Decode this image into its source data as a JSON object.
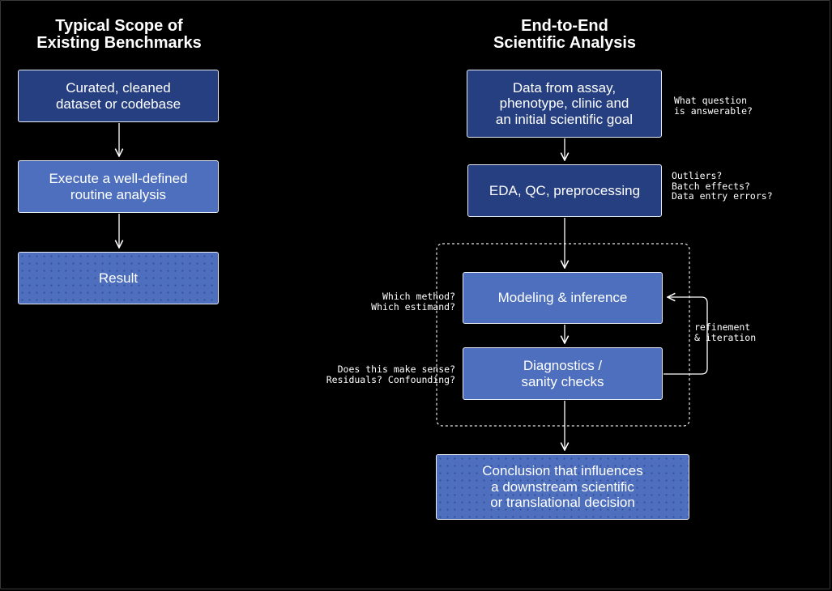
{
  "left": {
    "title": "Typical Scope of\nExisting Benchmarks",
    "boxes": [
      "Curated, cleaned\ndataset or codebase",
      "Execute a well-defined\nroutine analysis",
      "Result"
    ]
  },
  "right": {
    "title": "End-to-End\nScientific Analysis",
    "boxes": [
      "Data from assay,\nphenotype, clinic and\nan initial scientific goal",
      "EDA, QC, preprocessing",
      "Modeling & inference",
      "Diagnostics /\nsanity checks",
      "Conclusion that influences\na downstream scientific\nor translational decision"
    ],
    "notes": {
      "question": "What question\nis answerable?",
      "outliers": "Outliers?\nBatch effects?\nData entry errors?",
      "method": "Which method?\nWhich estimand?",
      "sense": "Does this make sense?\nResiduals? Confounding?",
      "refinement": "refinement\n& iteration"
    }
  },
  "colors": {
    "background": "#000000",
    "box_dark": "#263f80",
    "box_light": "#4d6fbd",
    "box_border": "#e8ecf6",
    "line": "#ffffff"
  }
}
